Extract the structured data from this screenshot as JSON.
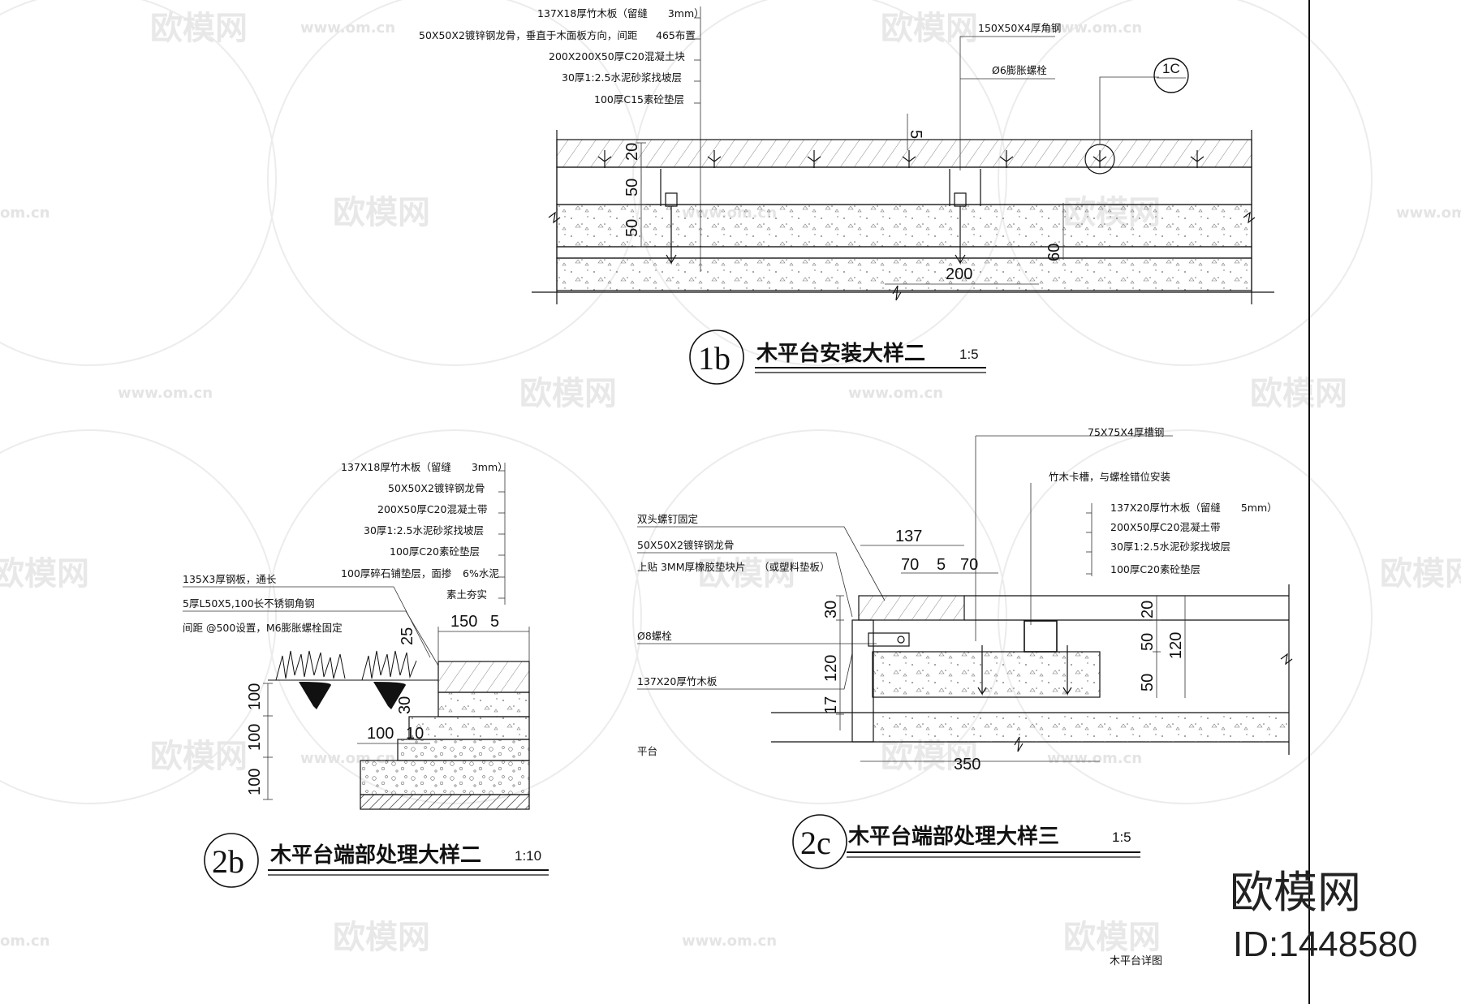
{
  "watermark": {
    "brand": "欧模网",
    "url": "www.om.cn",
    "url_short": "om.cn"
  },
  "detail_1b": {
    "tag": "1b",
    "title": "木平台安装大样二",
    "scale": "1:5",
    "callout_tag": "1C",
    "labels": [
      "137X18厚竹木板（留缝　　3mm）",
      "50X50X2镀锌钢龙骨，垂直于木面板方向，间距",
      "465布置",
      "200X200X50厚C20混凝土块",
      "30厚1:2.5水泥砂浆找坡层",
      "100厚C15素砼垫层",
      "150X50X4厚角钢",
      "Ø6膨胀螺栓"
    ],
    "dims": [
      "20",
      "50",
      "50",
      "60",
      "200",
      "5"
    ]
  },
  "detail_2b": {
    "tag": "2b",
    "title": "木平台端部处理大样二",
    "scale": "1:10",
    "labels": [
      "137X18厚竹木板（留缝　　3mm）",
      "50X50X2镀锌钢龙骨",
      "200X50厚C20混凝土带",
      "30厚1:2.5水泥砂浆找坡层",
      "100厚C20素砼垫层",
      "100厚碎石铺垫层，面掺",
      "6%水泥",
      "素土夯实",
      "135X3厚钢板，通长",
      "5厚L50X5,100长不锈钢角钢",
      "间距 @500设置，M6膨胀螺栓固定"
    ],
    "dims": [
      "150",
      "5",
      "25",
      "100",
      "100",
      "100",
      "100",
      "10",
      "30"
    ]
  },
  "detail_2c": {
    "tag": "2c",
    "title": "木平台端部处理大样三",
    "scale": "1:5",
    "labels_top": [
      "75X75X4厚槽钢",
      "竹木卡槽，与螺栓错位安装",
      "137X20厚竹木板（留缝　　5mm）",
      "200X50厚C20混凝土带",
      "30厚1:2.5水泥砂浆找坡层",
      "100厚C20素砼垫层"
    ],
    "labels_left": [
      "双头螺钉固定",
      "50X50X2镀锌钢龙骨",
      "上贴 3MM厚橡胶垫块片",
      "（或塑料垫板）",
      "Ø8螺栓",
      "137X20厚竹木板",
      "平台"
    ],
    "dims": [
      "137",
      "70",
      "5",
      "70",
      "30",
      "120",
      "17",
      "20",
      "50",
      "50",
      "120",
      "350"
    ]
  },
  "sheet_name": "木平台详图",
  "brand_block": {
    "name": "欧模网",
    "id": "ID:1448580"
  }
}
